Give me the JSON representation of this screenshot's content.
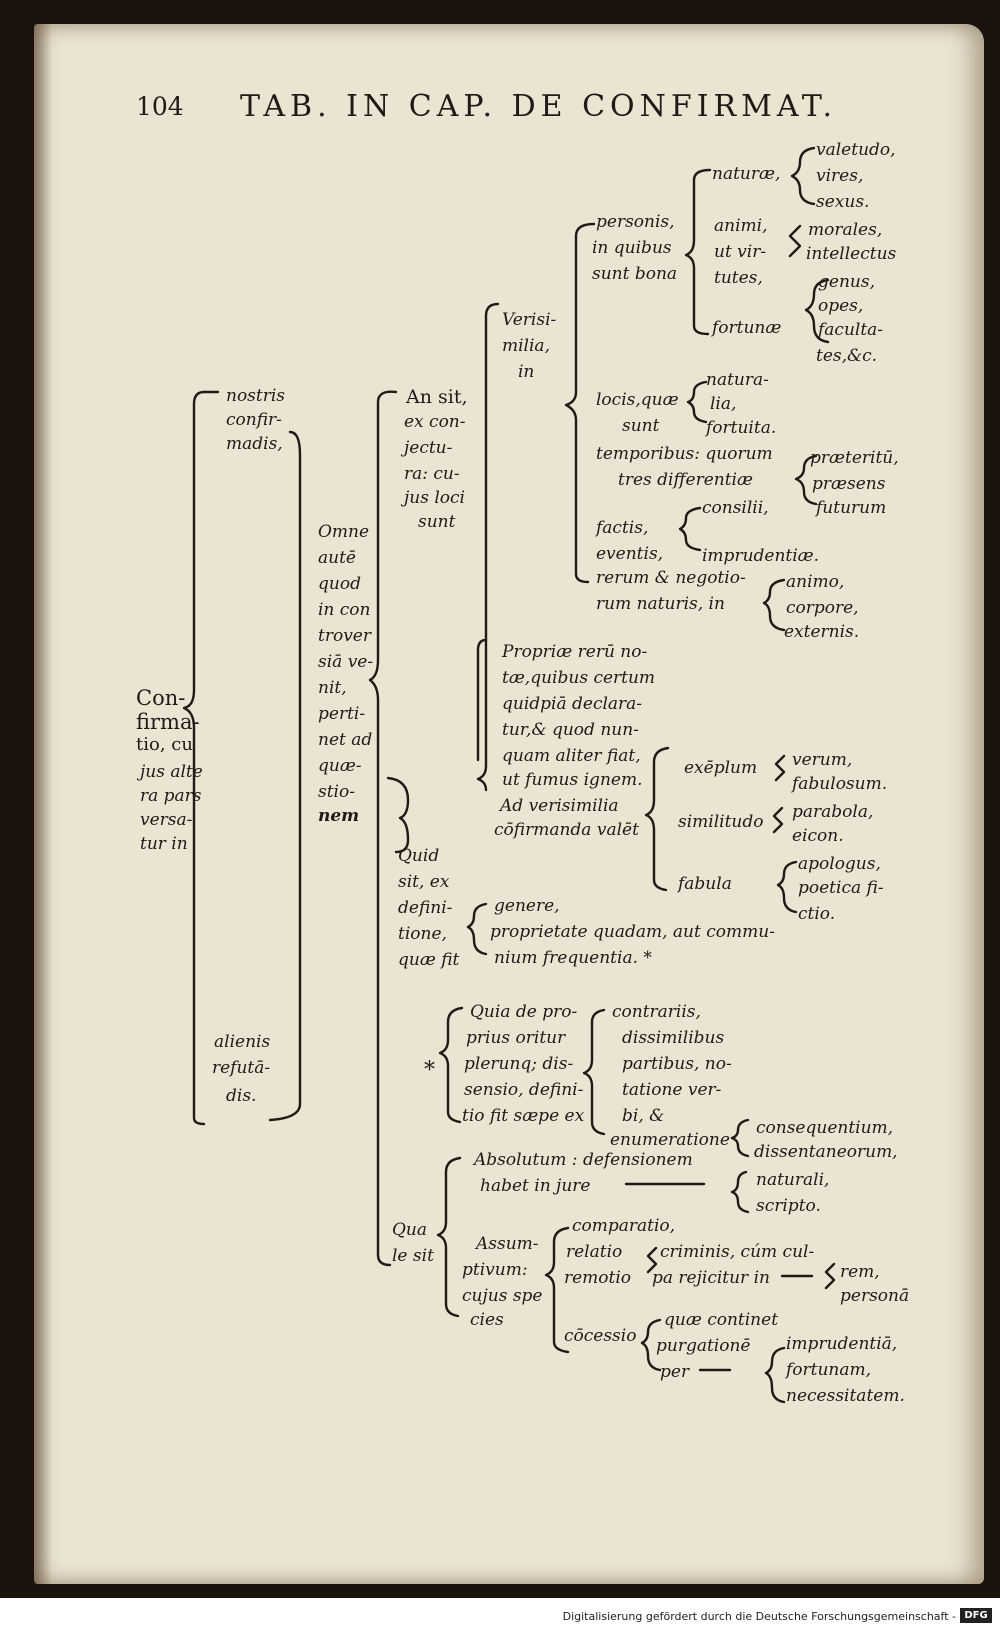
{
  "header": {
    "page_number": "104",
    "running_head": "TAB. IN CAP. DE CONFIRMAT."
  },
  "tree": {
    "root": [
      "Con-",
      "firma-",
      "tio, cu",
      "jus alte",
      "ra pars",
      "versa-",
      "tur in"
    ],
    "nostris": [
      "nostris",
      "confir-",
      "madis,"
    ],
    "alienis": [
      "alienis",
      "refutā-",
      "dis."
    ],
    "omne": [
      "Omne",
      "autē",
      "quod",
      "in con",
      "trover",
      "siā ve-",
      "nit,",
      "perti-",
      "net ad",
      "quæ-",
      "stio-",
      "nem"
    ],
    "an_sit": [
      "An sit,",
      "ex con-",
      "jectu-",
      "ra: cu-",
      "jus loci",
      "sunt"
    ],
    "verisimilia": [
      "Verisi-",
      "milia,",
      "in"
    ],
    "personis": [
      "personis,",
      "in quibus",
      "sunt bona"
    ],
    "natura": "naturæ,",
    "natura_items": [
      "valetudo,",
      "vires,",
      "sexus."
    ],
    "animi": [
      "animi,",
      "ut vir-",
      "tutes,"
    ],
    "animi_items": [
      "morales,",
      "intellectus"
    ],
    "fortunae": "fortunæ",
    "fortunae_items": [
      "genus,",
      "opes,",
      "faculta-",
      "tes,&c."
    ],
    "locis": [
      "locis,quæ",
      "sunt"
    ],
    "locis_items": [
      "natura-",
      "lia,",
      "fortuita."
    ],
    "temporibus": [
      "temporibus: quorum",
      "tres differentiæ"
    ],
    "temporibus_items": [
      "præteritū,",
      "præsens",
      "futurum"
    ],
    "factis": [
      "factis,",
      "eventis,"
    ],
    "factis_items": [
      "consilii,",
      "imprudentiæ."
    ],
    "rerum": [
      "rerum & negotio-",
      "rum naturis, in"
    ],
    "rerum_items": [
      "animo,",
      "corpore,",
      "externis."
    ],
    "propriae": [
      "Propriæ rerū no-",
      "tæ,quibus certum",
      "quidpiā declara-",
      "tur,& quod nun-",
      "quam aliter fiat,",
      "ut fumus ignem."
    ],
    "ad_verisimilia": [
      "Ad verisimilia",
      "cōfirmanda valēt"
    ],
    "exemplum": "exēplum",
    "exemplum_items": [
      "verum,",
      "fabulosum."
    ],
    "similitudo": "similitudo",
    "similitudo_items": [
      "parabola,",
      "eicon."
    ],
    "fabula": "fabula",
    "fabula_items": [
      "apologus,",
      "poetica fi-",
      "ctio."
    ],
    "quid_sit": [
      "Quid",
      "sit, ex",
      "defini-",
      "tione,",
      "quæ fit"
    ],
    "quid_sit_items": [
      "genere,",
      "proprietate quadam, aut commu-",
      "nium frequentia. *"
    ],
    "quia": [
      "Quia de pro-",
      "prius oritur",
      "plerunq; dis-",
      "sensio, defini-",
      "tio fit sæpe ex"
    ],
    "star": "*",
    "quia_items": [
      "contrariis,",
      "dissimilibus",
      "partibus, no-",
      "tatione ver-",
      "bi, &",
      "enumeratione"
    ],
    "enumeratione_items": [
      "consequentium,",
      "dissentaneorum,"
    ],
    "quale_sit": [
      "Qua",
      "le sit"
    ],
    "absolutum": [
      "Absolutum : defensionem",
      "habet in jure"
    ],
    "absolutum_items": [
      "naturali,",
      "scripto."
    ],
    "assumptivum": [
      "Assum-",
      "ptivum:",
      "cujus spe",
      "cies"
    ],
    "comparatio_group": [
      "comparatio,",
      "relatio",
      "remotio"
    ],
    "criminis": [
      "criminis, cúm cul-",
      "pa rejicitur in"
    ],
    "criminis_items": [
      "rem,",
      "personā"
    ],
    "concessio": "cōcessio",
    "concessio_sub": [
      "quæ continet",
      "purgationē",
      "per"
    ],
    "purgatio_items": [
      "imprudentiā,",
      "fortunam,",
      "necessitatem."
    ]
  },
  "footer": {
    "credit": "Digitalisierung gefördert durch die Deutsche Forschungsgemeinschaft -",
    "logo": "DFG"
  }
}
